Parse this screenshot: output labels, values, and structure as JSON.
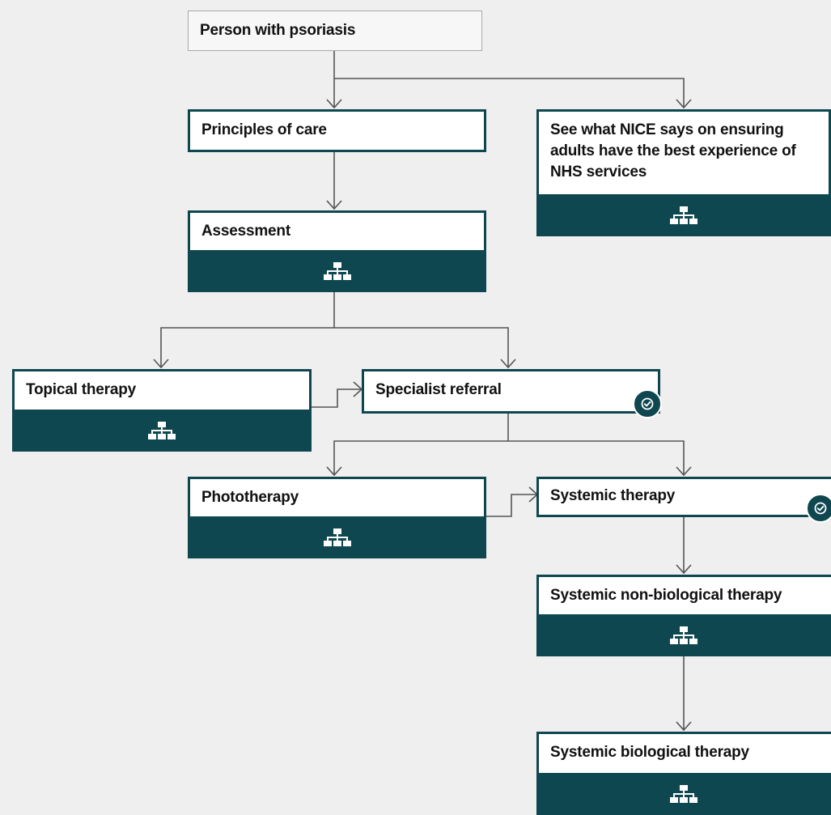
{
  "colors": {
    "node_dark": "#0e4750",
    "connector": "#555555",
    "background": "#efefef"
  },
  "nodes": {
    "person": {
      "label": "Person with psoriasis"
    },
    "principles": {
      "label": "Principles of care"
    },
    "nice": {
      "label": "See what NICE says on ensuring adults have the best experience of NHS services",
      "icon": "hierarchy-icon"
    },
    "assessment": {
      "label": "Assessment",
      "icon": "hierarchy-icon"
    },
    "topical": {
      "label": "Topical therapy",
      "icon": "hierarchy-icon"
    },
    "specialist": {
      "label": "Specialist referral",
      "badge": "check-badge-icon"
    },
    "phototherapy": {
      "label": "Phototherapy",
      "icon": "hierarchy-icon"
    },
    "systemic": {
      "label": "Systemic therapy",
      "badge": "check-badge-icon"
    },
    "nonbio": {
      "label": "Systemic non-biological therapy",
      "icon": "hierarchy-icon"
    },
    "bio": {
      "label": "Systemic biological therapy",
      "icon": "hierarchy-icon"
    }
  }
}
